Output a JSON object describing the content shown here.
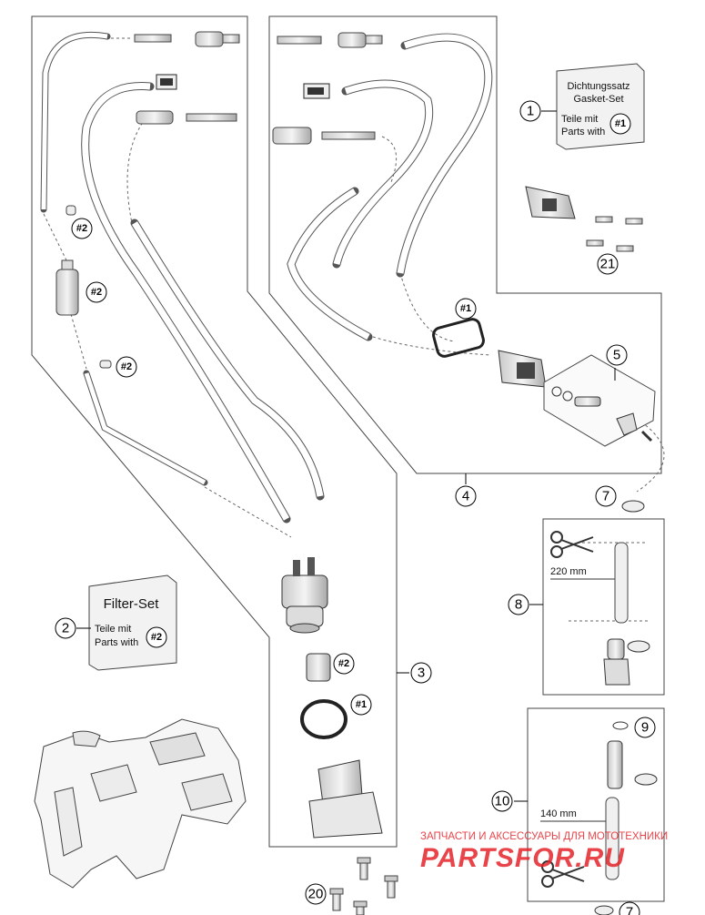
{
  "kit1": {
    "line1": "Dichtungssatz",
    "line2": "Gasket-Set",
    "line3": "Teile mit",
    "line4": "Parts with",
    "ref": "#1"
  },
  "kit2": {
    "title": "Filter-Set",
    "line1": "Teile mit",
    "line2": "Parts with",
    "ref": "#2"
  },
  "refs": {
    "r1": "#1",
    "r2": "#2"
  },
  "callouts": {
    "c1": "1",
    "c2": "2",
    "c3": "3",
    "c4": "4",
    "c5": "5",
    "c7": "7",
    "c7b": "7",
    "c8": "8",
    "c9": "9",
    "c10": "10",
    "c20": "20",
    "c21": "21"
  },
  "dims": {
    "len8": "220 mm",
    "len10": "140 mm"
  },
  "watermark": {
    "tagline": "ЗАПЧАСТИ И АКСЕССУАРЫ ДЛЯ МОТОТЕХНИКИ",
    "brand": "PARTSFOR.RU",
    "color": "#e4242b"
  }
}
